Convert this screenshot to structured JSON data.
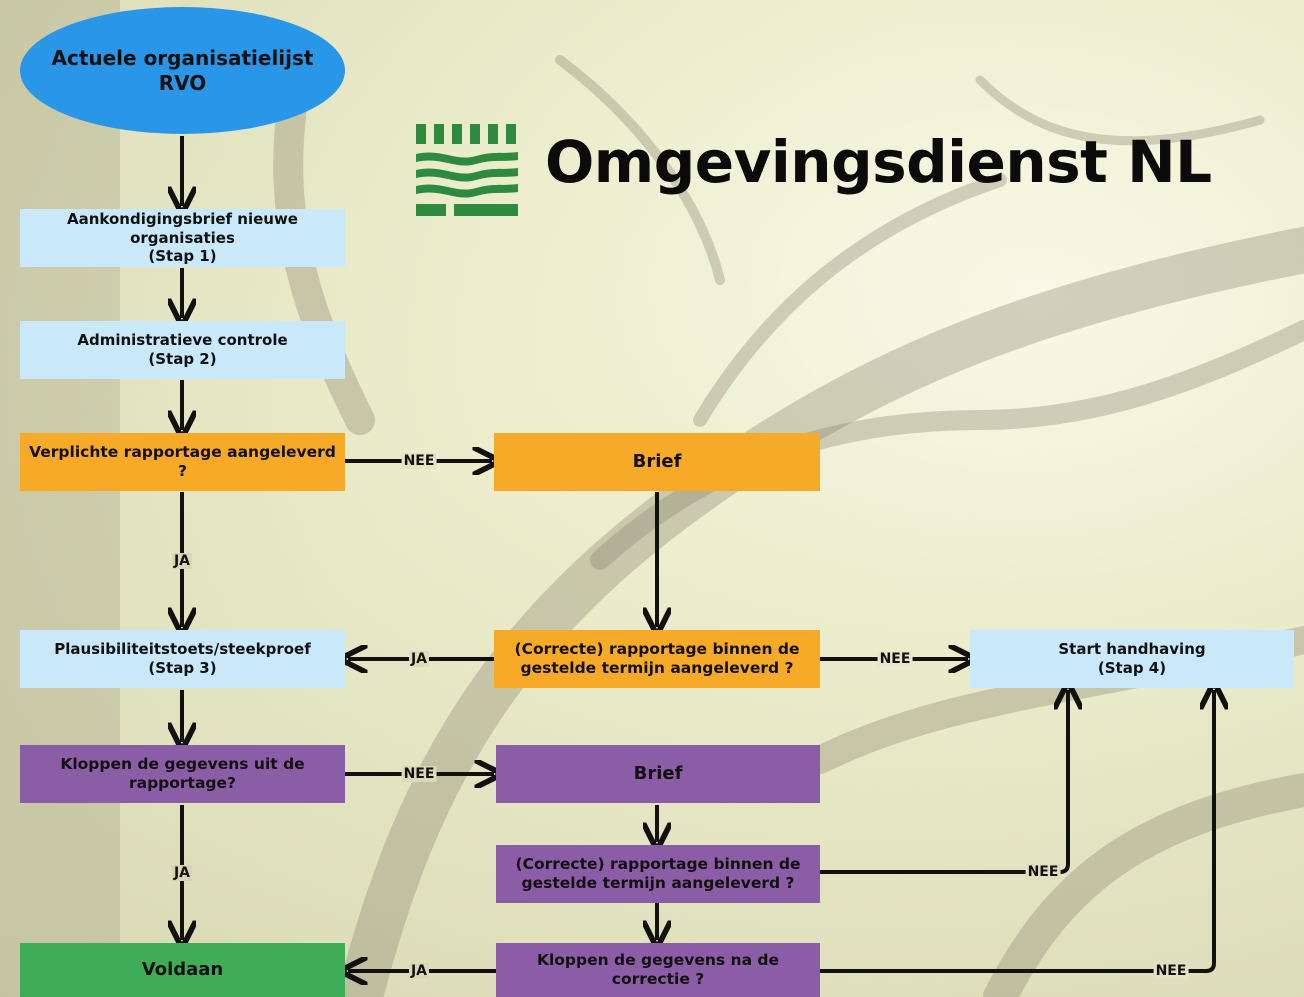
{
  "brand": {
    "name": "Omgevingsdienst NL",
    "logo_color": "#2e8b3e"
  },
  "colors": {
    "start": "#2a96e8",
    "step": "#c9e9fb",
    "report_check": "#f7a928",
    "data_check": "#8b5da6",
    "pass": "#3fad58"
  },
  "nodes": {
    "start": "Actuele organisatielijst\nRVO",
    "step1": "Aankondigingsbrief nieuwe organisaties\n(Stap 1)",
    "step2": "Administratieve controle\n(Stap 2)",
    "q_reported": "Verplichte rapportage aangeleverd ?",
    "letter1": "Brief",
    "step3": "Plausibiliteitstoets/steekproef\n(Stap 3)",
    "q_correct_in_time1": "(Correcte) rapportage binnen de\ngestelde termijn aangeleverd ?",
    "step4": "Start handhaving\n(Stap 4)",
    "q_data_correct": "Kloppen de gegevens uit de\nrapportage?",
    "letter2": "Brief",
    "q_correct_in_time2": "(Correcte) rapportage binnen de\ngestelde termijn aangeleverd ?",
    "pass": "Voldaan",
    "q_data_after_correction": "Kloppen de gegevens na de correctie ?"
  },
  "edge_labels": {
    "q_reported_no": "NEE",
    "q_reported_yes": "JA",
    "q_time1_yes": "JA",
    "q_time1_no": "NEE",
    "q_data_no": "NEE",
    "q_data_yes": "JA",
    "q_time2_no": "NEE",
    "q_after_yes": "JA",
    "q_after_no": "NEE"
  }
}
